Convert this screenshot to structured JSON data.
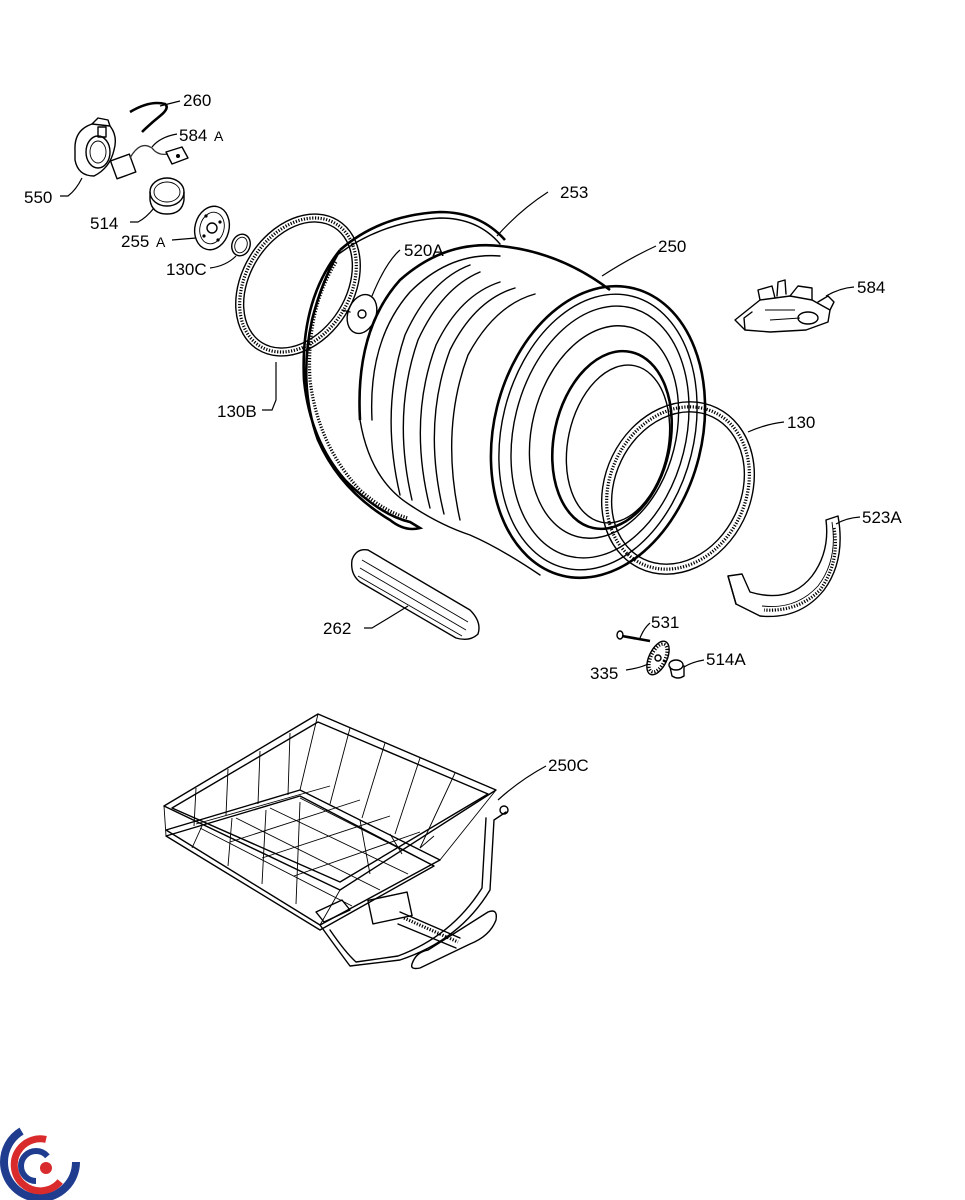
{
  "callouts": {
    "c260": "260",
    "c584A_num": "584",
    "c584A_suf": "A",
    "c550": "550",
    "c514": "514",
    "c255A_num": "255",
    "c255A_suf": "A",
    "c130C": "130C",
    "c253": "253",
    "c520A": "520A",
    "c250": "250",
    "c584": "584",
    "c130B": "130B",
    "c130": "130",
    "c523A": "523A",
    "c262": "262",
    "c531": "531",
    "c335": "335",
    "c514A": "514A",
    "c250C": "250C"
  },
  "colors": {
    "line": "#000000",
    "background": "#ffffff",
    "logo_blue": "#1f3c8f",
    "logo_red": "#d92b2b"
  },
  "logo": {
    "icon": "brand-swirl-logo"
  }
}
